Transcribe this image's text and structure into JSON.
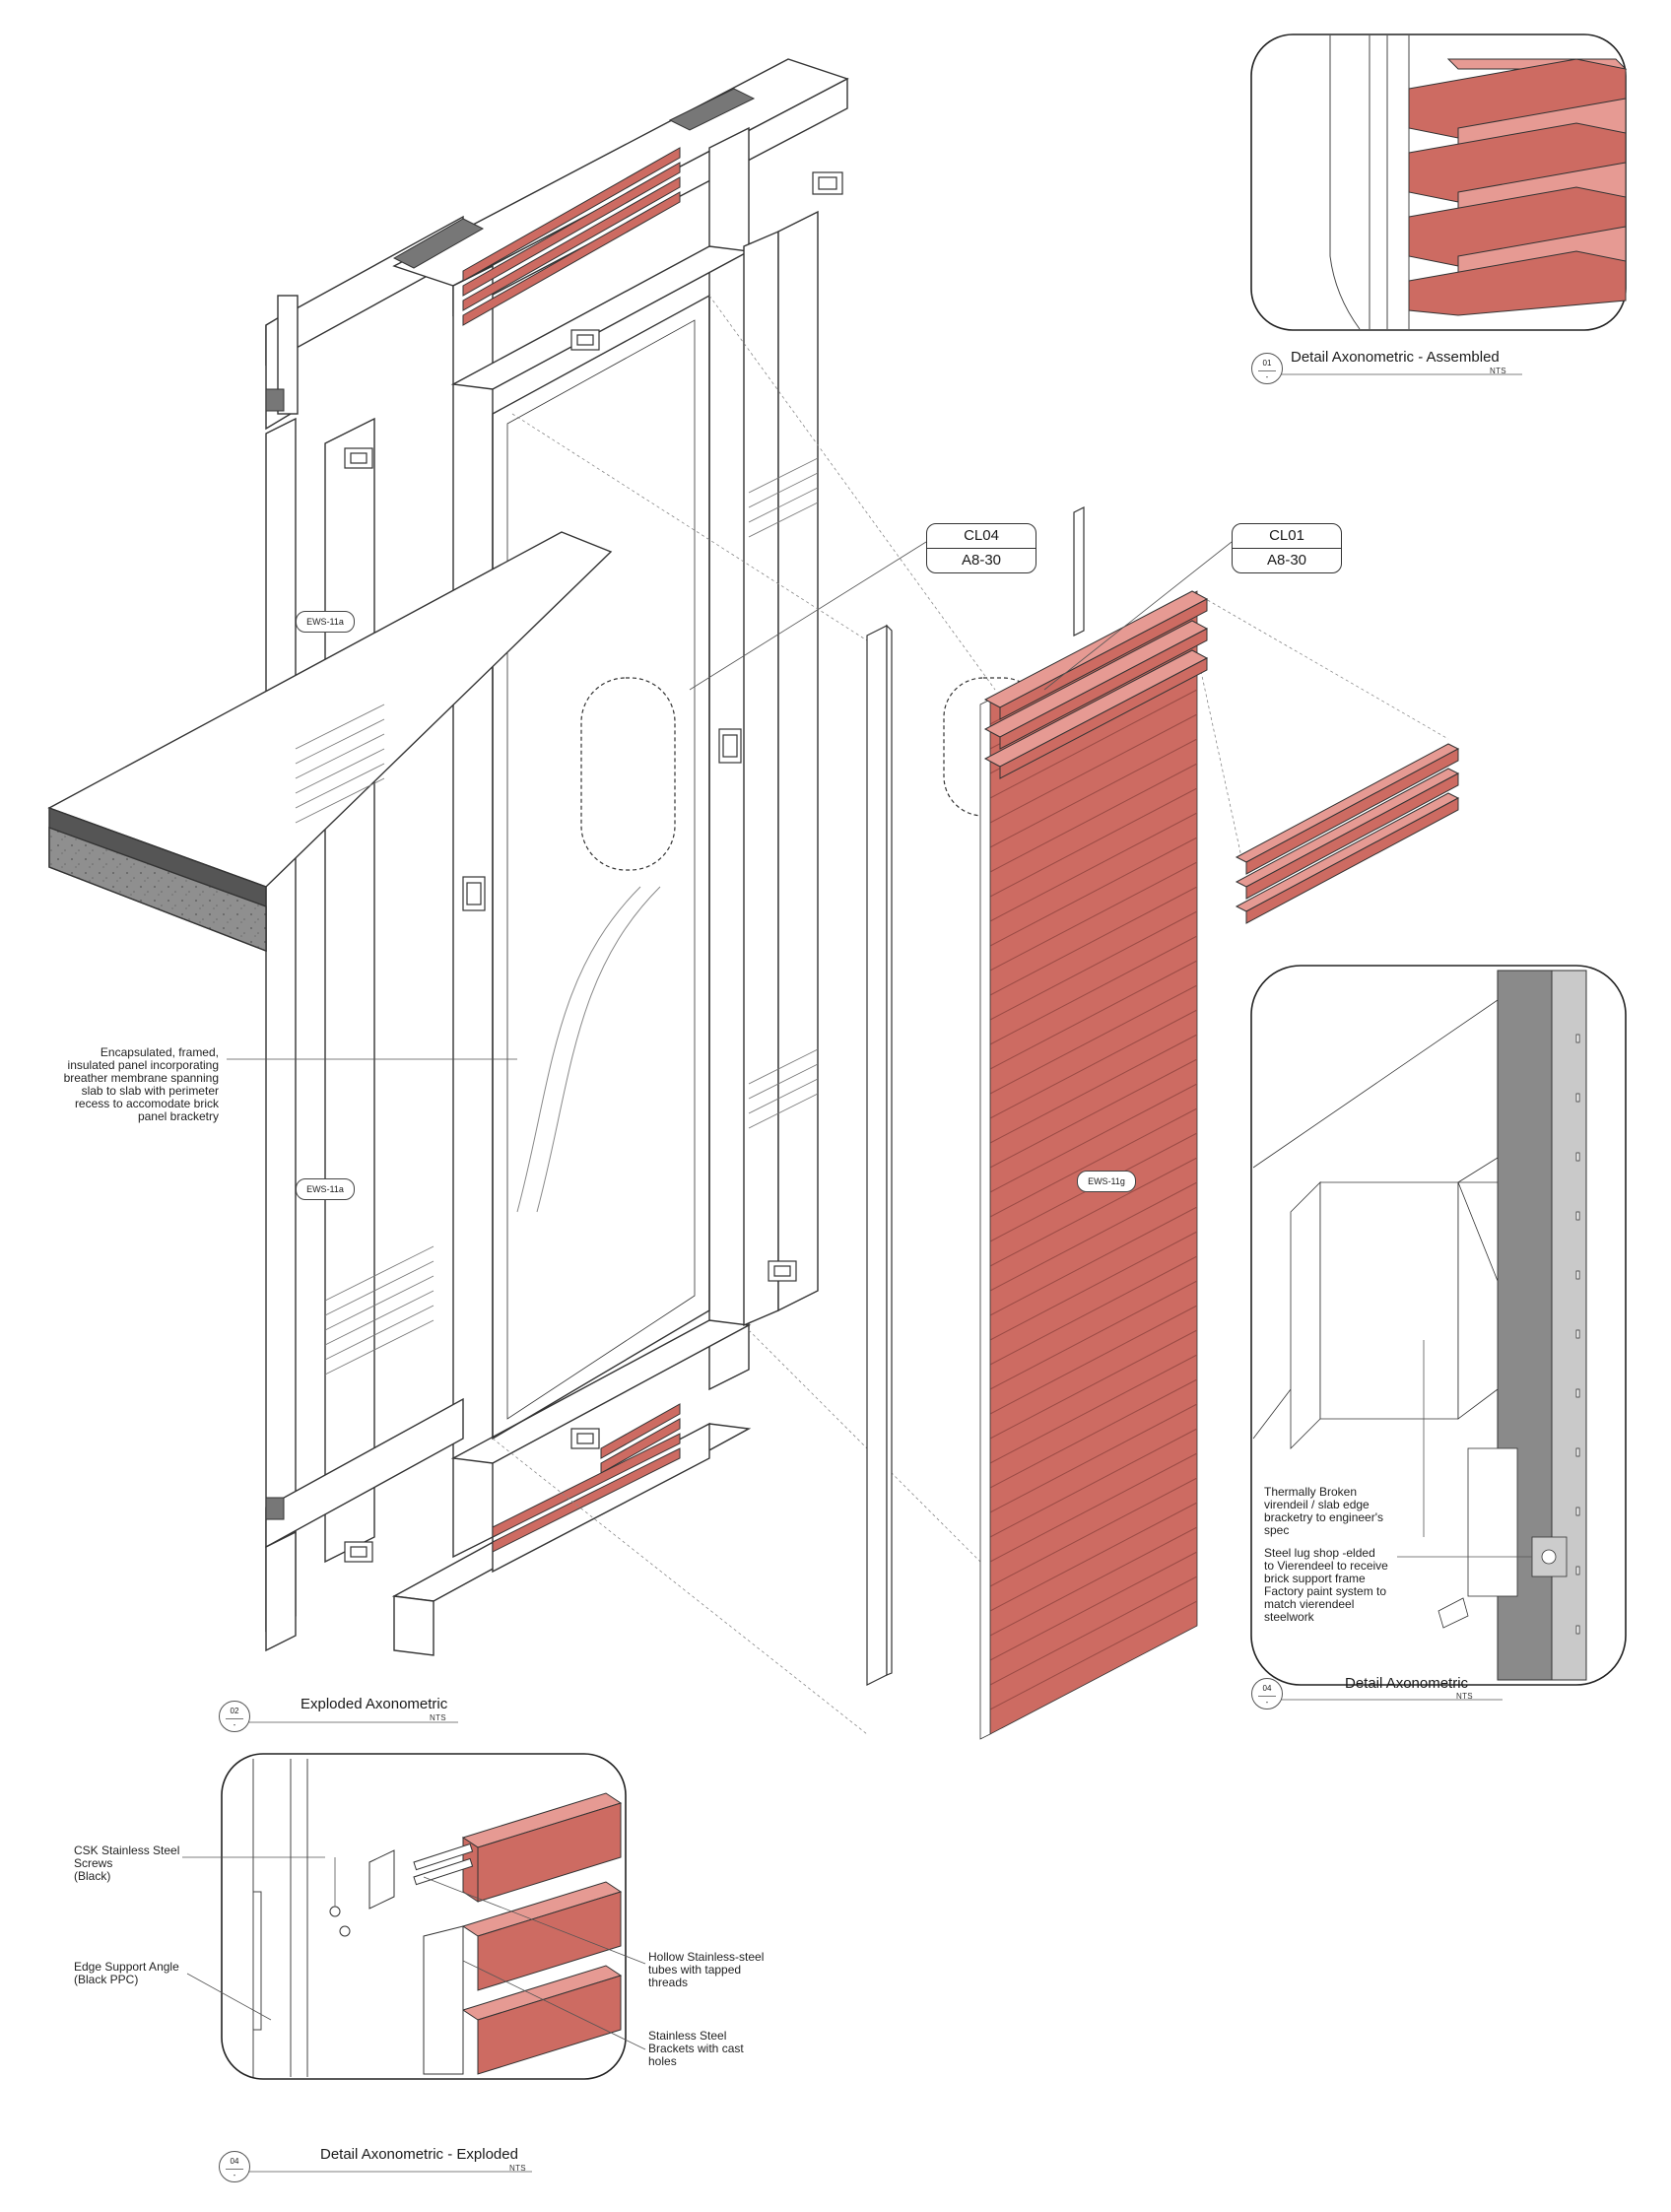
{
  "colors": {
    "brick": "#cd6b62",
    "brick_light": "#e69a93",
    "brick_dark": "#a9504a",
    "steel_dark": "#8a8a8a",
    "steel_light": "#c9c9c9",
    "line": "#333333"
  },
  "callouts": {
    "cl04": {
      "code": "CL04",
      "sheet": "A8-30"
    },
    "cl01": {
      "code": "CL01",
      "sheet": "A8-30"
    }
  },
  "tags": {
    "upper_panel": "EWS-11a",
    "lower_panel": "EWS-11a",
    "brick_panel": "EWS-11g"
  },
  "notes": {
    "panel_note": "Encapsulated, framed,\ninsulated panel incorporating\nbreather membrane spanning\nslab to slab with perimeter\nrecess to accomodate brick\npanel bracketry",
    "bracketry_note": "Thermally Broken\nvirendeil / slab edge\nbracketry to engineer's\nspec",
    "lug_note": "Steel lug shop -elded\nto Vierendeel to receive\nbrick support frame\nFactory paint system to\nmatch vierendeel\nsteelwork",
    "screws_note": "CSK Stainless Steel\nScrews\n(Black)",
    "angle_note": "Edge Support Angle\n(Black PPC)",
    "tubes_note": "Hollow Stainless-steel\ntubes with tapped\nthreads",
    "brackets_note": "Stainless Steel\nBrackets with cast\nholes"
  },
  "titles": {
    "assembled": {
      "number": "01",
      "sub": "-",
      "title": "Detail Axonometric - Assembled",
      "scale": "NTS"
    },
    "exploded_axo": {
      "number": "02",
      "sub": "-",
      "title": "Exploded Axonometric",
      "scale": "NTS"
    },
    "detail_axo": {
      "number": "04",
      "sub": "-",
      "title": "Detail Axonometric",
      "scale": "NTS"
    },
    "detail_exploded": {
      "number": "04",
      "sub": "-",
      "title": "Detail Axonometric - Exploded",
      "scale": "NTS"
    }
  }
}
